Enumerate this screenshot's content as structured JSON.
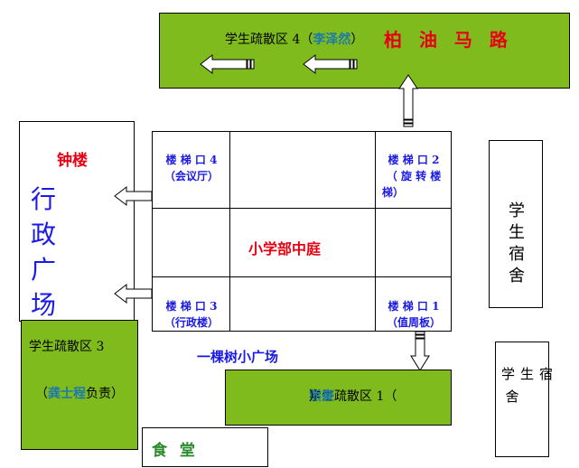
{
  "zone4": {
    "label": "学生疏散区 4（",
    "person": "李泽然",
    "close": "）",
    "road": "柏 油 马 路"
  },
  "plaza": {
    "bell_tower": "钟楼",
    "name": [
      "行",
      "政",
      "广",
      "场"
    ]
  },
  "zone3": {
    "label": "学生疏散区 3",
    "open": "（",
    "person": "龚士程",
    "suffix": "负责）"
  },
  "canteen": {
    "label": "食 堂"
  },
  "grid": {
    "stair4": [
      "楼 梯 口  4",
      "（会议厅）"
    ],
    "stair2": [
      "楼 梯 口  2",
      "（ 旋 转 楼",
      "梯）"
    ],
    "stair3": [
      "楼 梯 口  3",
      "（行政楼）"
    ],
    "stair1": [
      "楼 梯 口  1",
      "（值周板）"
    ],
    "courtyard": "小学部中庭"
  },
  "tree_plaza": "一棵树小广场",
  "zone1": {
    "label": "学生疏散区 1（",
    "person": "熊豪",
    "close": "）"
  },
  "dorm1": {
    "chars": [
      "学",
      "生",
      "宿",
      "舍"
    ]
  },
  "dorm2": {
    "row1": "学生宿",
    "row2": "舍"
  },
  "colors": {
    "zone": "#80bb1e",
    "red": "#e60012",
    "blue": "#1a1ae6",
    "teal": "#1d7aa8",
    "green_text": "#2a8a2a"
  }
}
